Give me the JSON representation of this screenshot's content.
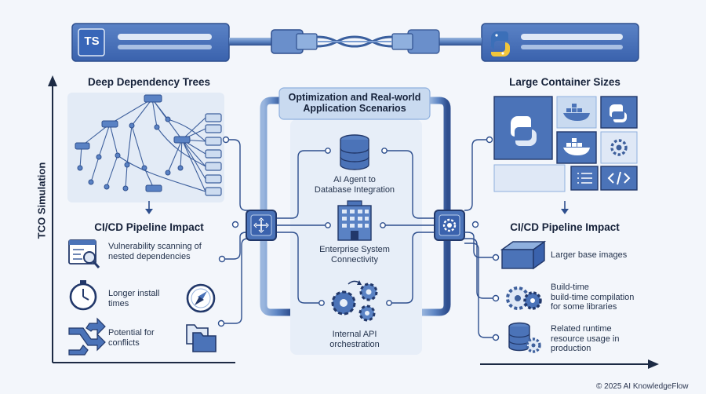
{
  "header": {
    "left_badge": "TS",
    "left_icon": "typescript-logo",
    "right_icon": "python-logo"
  },
  "center": {
    "title_line1": "Optimization and Real-world",
    "title_line2": "Application Scenarios",
    "items": [
      {
        "line1": "AI Agent to",
        "line2": "Database Integration",
        "icon": "database-icon"
      },
      {
        "line1": "Enterprise System",
        "line2": "Connectivity",
        "icon": "building-icon"
      },
      {
        "line1": "Internal API",
        "line2": "orchestration",
        "icon": "gears-icon"
      }
    ]
  },
  "left": {
    "title": "Deep Dependency Trees",
    "subtitle": "CI/CD Pipeline Impact",
    "axis_label": "TCO Simulation",
    "items": [
      {
        "line1": "Vulnerability scanning of",
        "line2": "nested dependencies",
        "icon": "document-search-icon"
      },
      {
        "line1": "Longer install",
        "line2": "times",
        "icon": "stopwatch-icon"
      },
      {
        "line1": "Potential for",
        "line2": "conflicts",
        "icon": "conflict-arrows-icon"
      }
    ]
  },
  "right": {
    "title": "Large Container Sizes",
    "subtitle": "CI/CD Pipeline Impact",
    "items": [
      {
        "line1": "Larger base images",
        "icon": "cube-icon"
      },
      {
        "line1": "Build-time",
        "line2": "build-time compilation",
        "line3": "for some libraries",
        "icon": "gears-icon"
      },
      {
        "line1": "Related runtime",
        "line2": "resource usage in",
        "line3": "production",
        "icon": "database-gear-icon"
      }
    ]
  },
  "footer": {
    "copyright": "© 2025 AI KnowledgeFlow"
  },
  "colors": {
    "primary": "#3d66b0",
    "dark": "#22386a",
    "light": "#c9d8ee",
    "panel": "#e4ecf7"
  }
}
